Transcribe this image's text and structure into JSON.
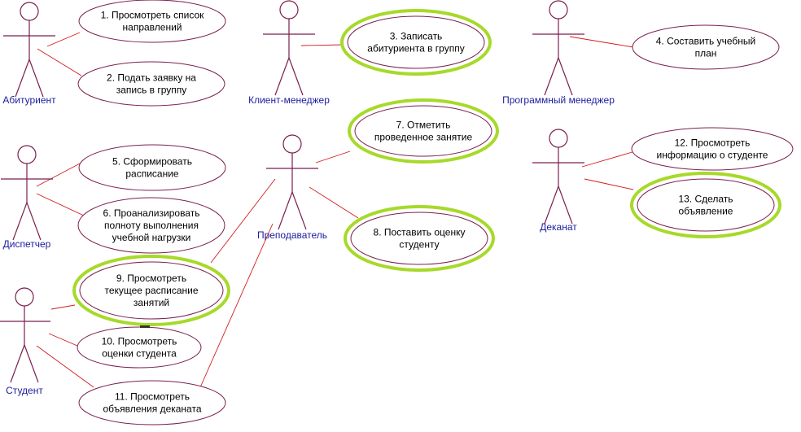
{
  "colors": {
    "background": "#ffffff",
    "actor_stroke": "#7b1f4f",
    "actor_label": "#1c1c9e",
    "association": "#d31b1b",
    "usecase_fill": "#ffffff",
    "usecase_stroke": "#7b1f4f",
    "usecase_text": "#000000",
    "highlight": "#a7d92a"
  },
  "actors": [
    {
      "id": "abiturient",
      "label": "Абитуриент"
    },
    {
      "id": "client_manager",
      "label": "Клиент-менеджер"
    },
    {
      "id": "program_manager",
      "label": "Программный менеджер"
    },
    {
      "id": "dispatcher",
      "label": "Диспетчер"
    },
    {
      "id": "teacher",
      "label": "Преподаватель"
    },
    {
      "id": "dean_office",
      "label": "Деканат"
    },
    {
      "id": "student",
      "label": "Студент"
    }
  ],
  "use_cases": [
    {
      "id": "uc1",
      "lines": [
        "1. Просмотреть список",
        "направлений"
      ],
      "highlighted": false
    },
    {
      "id": "uc2",
      "lines": [
        "2. Подать заявку на",
        "запись в группу"
      ],
      "highlighted": false
    },
    {
      "id": "uc3",
      "lines": [
        "3. Записать",
        "абитуриента в группу"
      ],
      "highlighted": true
    },
    {
      "id": "uc4",
      "lines": [
        "4. Составить учебный",
        "план"
      ],
      "highlighted": false
    },
    {
      "id": "uc5",
      "lines": [
        "5. Сформировать",
        "расписание"
      ],
      "highlighted": false
    },
    {
      "id": "uc6",
      "lines": [
        "6. Проанализировать",
        "полноту выполнения",
        "учебной нагрузки"
      ],
      "highlighted": false
    },
    {
      "id": "uc7",
      "lines": [
        "7. Отметить",
        "проведенное занятие"
      ],
      "highlighted": true
    },
    {
      "id": "uc8",
      "lines": [
        "8. Поставить оценку",
        "студенту"
      ],
      "highlighted": true
    },
    {
      "id": "uc9",
      "lines": [
        "9. Просмотреть",
        "текущее расписание",
        "занятий"
      ],
      "highlighted": true
    },
    {
      "id": "uc10",
      "lines": [
        "10. Просмотреть",
        "оценки студента"
      ],
      "highlighted": false
    },
    {
      "id": "uc11",
      "lines": [
        "11. Просмотреть",
        "объявления деканата"
      ],
      "highlighted": false
    },
    {
      "id": "uc12",
      "lines": [
        "12. Просмотреть",
        "информацию о студенте"
      ],
      "highlighted": false
    },
    {
      "id": "uc13",
      "lines": [
        "13. Сделать",
        "объявление"
      ],
      "highlighted": true
    }
  ],
  "associations": [
    {
      "from": "abiturient",
      "to": "uc1"
    },
    {
      "from": "abiturient",
      "to": "uc2"
    },
    {
      "from": "client_manager",
      "to": "uc3"
    },
    {
      "from": "program_manager",
      "to": "uc4"
    },
    {
      "from": "dispatcher",
      "to": "uc5"
    },
    {
      "from": "dispatcher",
      "to": "uc6"
    },
    {
      "from": "teacher",
      "to": "uc7"
    },
    {
      "from": "teacher",
      "to": "uc8"
    },
    {
      "from": "teacher",
      "to": "uc9"
    },
    {
      "from": "teacher",
      "to": "uc11"
    },
    {
      "from": "dean_office",
      "to": "uc12"
    },
    {
      "from": "dean_office",
      "to": "uc13"
    },
    {
      "from": "student",
      "to": "uc9"
    },
    {
      "from": "student",
      "to": "uc10"
    },
    {
      "from": "student",
      "to": "uc11"
    }
  ]
}
